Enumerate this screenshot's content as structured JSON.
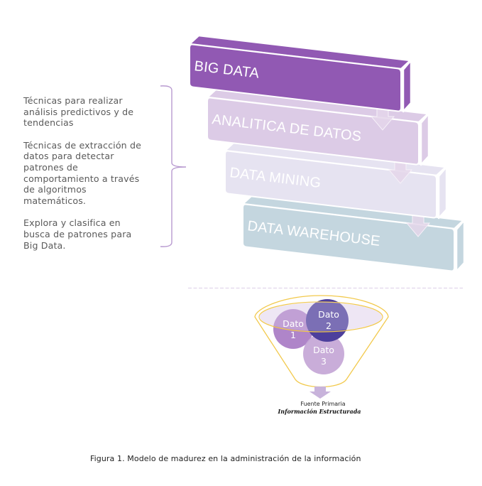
{
  "descriptions": [
    {
      "text": "Técnicas para realizar\nanálisis predictivos y de\ntendencias"
    },
    {
      "text": "Técnicas de extracción de\ndatos para detectar\npatrones de\ncomportamiento a través\nde algoritmos\nmatemáticos."
    },
    {
      "text": "Explora y clasifica en\nbusca de patrones para\nBig Data."
    }
  ],
  "maturity_levels": [
    {
      "label": "BIG DATA",
      "color": "#9159b3"
    },
    {
      "label": "ANALITICA DE DATOS",
      "color": "#dccbe6"
    },
    {
      "label": "DATA MINING",
      "color": "#e6e3f1"
    },
    {
      "label": "DATA WAREHOUSE",
      "color": "#c4d6df"
    }
  ],
  "colors": {
    "bracket": "#b89ad0",
    "arrow": "#e4d6ea",
    "divider": "#e6dcee",
    "funnel_outline": "#f2c94c",
    "funnel_fill": "#ece4f3"
  },
  "funnel": {
    "items": [
      {
        "line1": "Dato",
        "line2": "1",
        "color": "#a87bc4"
      },
      {
        "line1": "Dato",
        "line2": "2",
        "color": "#4d3f9c"
      },
      {
        "line1": "Dato",
        "line2": "3",
        "color": "#c4a6d6"
      }
    ],
    "output_arrow_color": "#c8b3db",
    "source_label": "Fuente Primaria",
    "source_sublabel": "Información Estructurada"
  },
  "caption": "Figura 1. Modelo de madurez en la administración de la información"
}
